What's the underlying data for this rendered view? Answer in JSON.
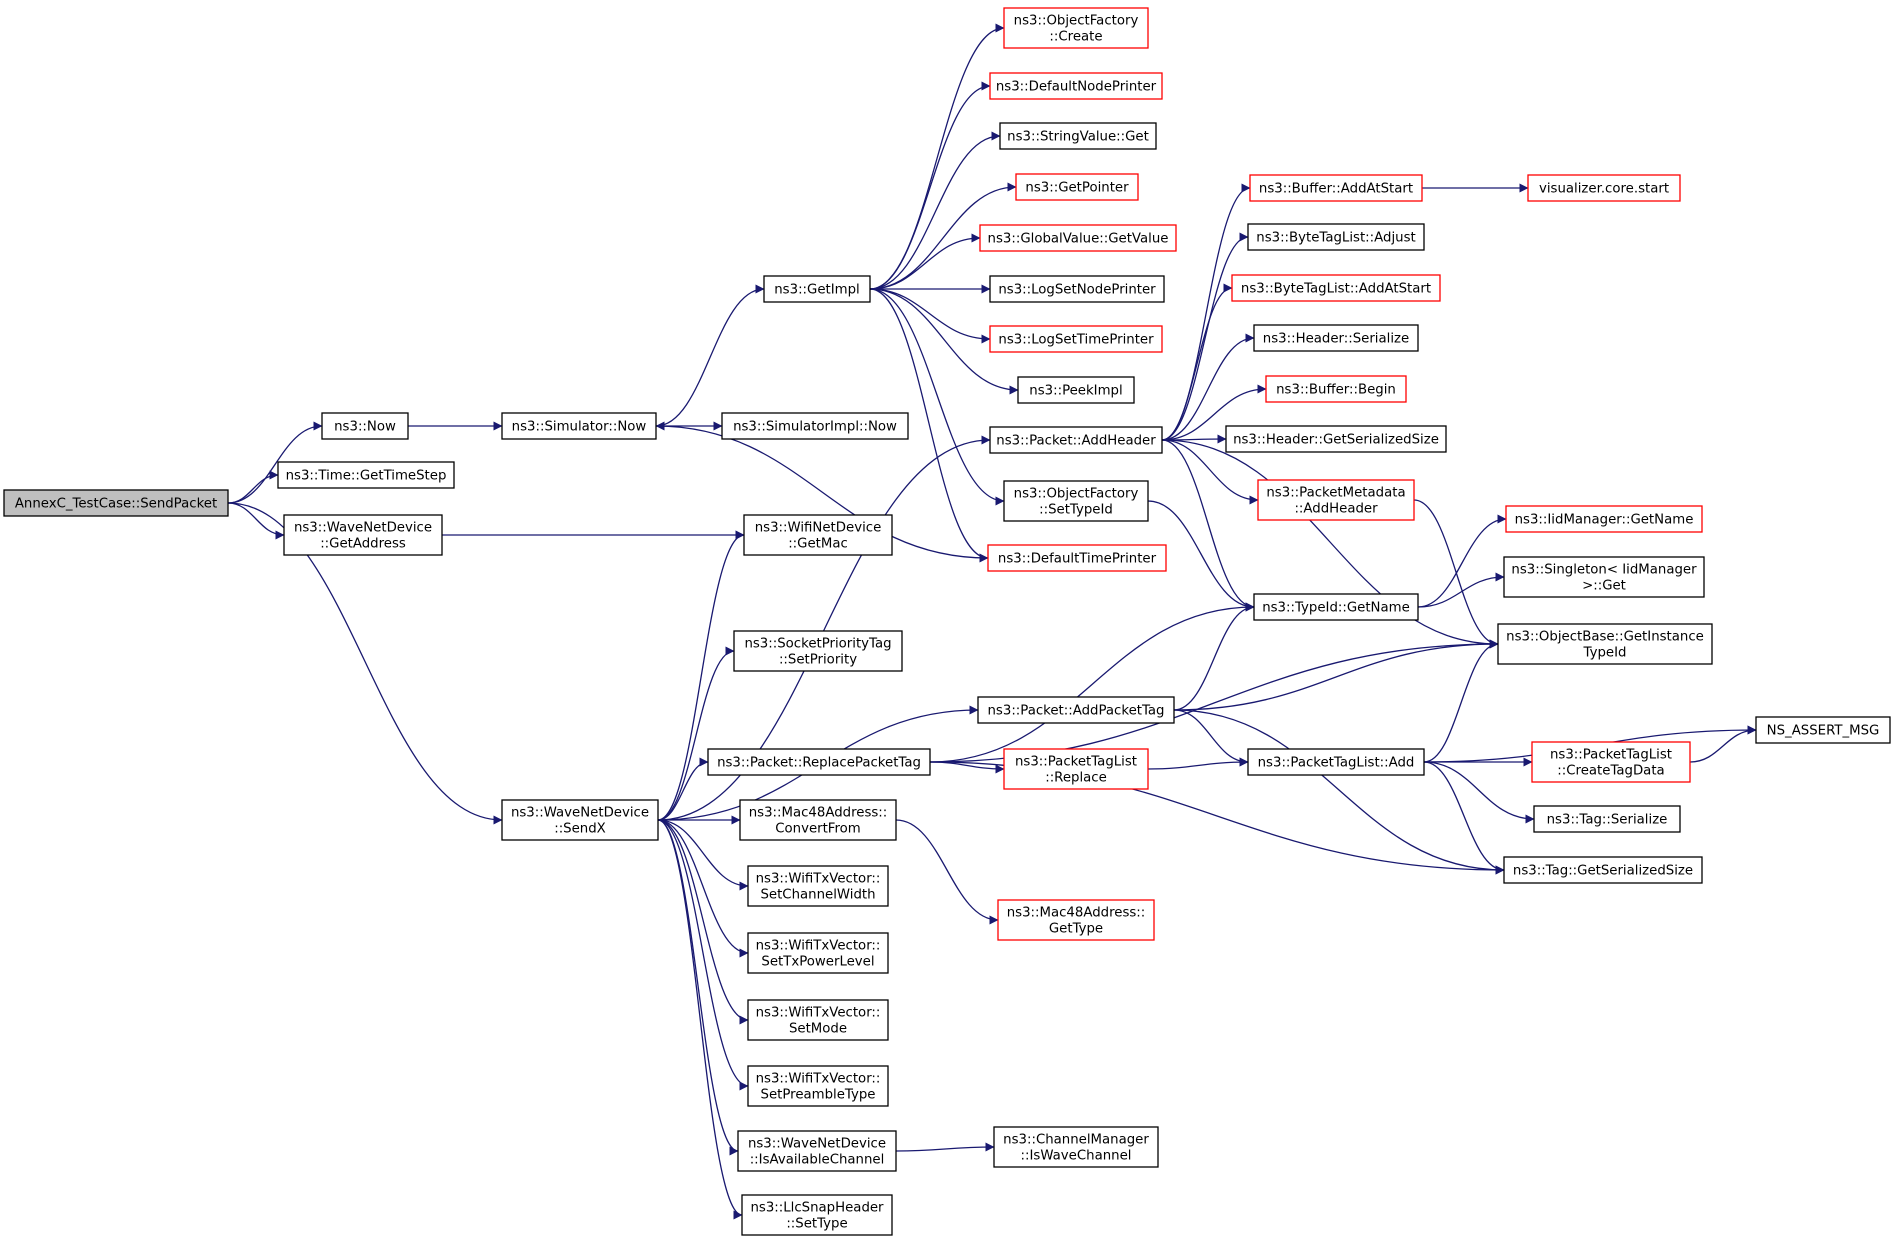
{
  "colors": {
    "edge": "#191970",
    "border": "#000000",
    "border_external": "#ff0000",
    "root_fill": "#bfbfbf"
  },
  "nodes": {
    "root": {
      "lines": [
        "AnnexC_TestCase::SendPacket"
      ],
      "style": "root"
    },
    "now": {
      "lines": [
        "ns3::Now"
      ],
      "style": "black"
    },
    "gettimestep": {
      "lines": [
        "ns3::Time::GetTimeStep"
      ],
      "style": "black"
    },
    "wnd_getaddress": {
      "lines": [
        "ns3::WaveNetDevice",
        "::GetAddress"
      ],
      "style": "black"
    },
    "wnd_sendx": {
      "lines": [
        "ns3::WaveNetDevice",
        "::SendX"
      ],
      "style": "black"
    },
    "sim_now": {
      "lines": [
        "ns3::Simulator::Now"
      ],
      "style": "black"
    },
    "getimpl": {
      "lines": [
        "ns3::GetImpl"
      ],
      "style": "black"
    },
    "simimpl_now": {
      "lines": [
        "ns3::SimulatorImpl::Now"
      ],
      "style": "black"
    },
    "wifi_getmac": {
      "lines": [
        "ns3::WifiNetDevice",
        "::GetMac"
      ],
      "style": "black"
    },
    "sockprio": {
      "lines": [
        "ns3::SocketPriorityTag",
        "::SetPriority"
      ],
      "style": "black"
    },
    "replacepackettag": {
      "lines": [
        "ns3::Packet::ReplacePacketTag"
      ],
      "style": "black"
    },
    "mac48_convert": {
      "lines": [
        "ns3::Mac48Address::",
        "ConvertFrom"
      ],
      "style": "black"
    },
    "tx_chwidth": {
      "lines": [
        "ns3::WifiTxVector::",
        "SetChannelWidth"
      ],
      "style": "black"
    },
    "tx_power": {
      "lines": [
        "ns3::WifiTxVector::",
        "SetTxPowerLevel"
      ],
      "style": "black"
    },
    "tx_mode": {
      "lines": [
        "ns3::WifiTxVector::",
        "SetMode"
      ],
      "style": "black"
    },
    "tx_preamble": {
      "lines": [
        "ns3::WifiTxVector::",
        "SetPreambleType"
      ],
      "style": "black"
    },
    "wnd_isavail": {
      "lines": [
        "ns3::WaveNetDevice",
        "::IsAvailableChannel"
      ],
      "style": "black"
    },
    "llc_settype": {
      "lines": [
        "ns3::LlcSnapHeader",
        "::SetType"
      ],
      "style": "black"
    },
    "of_create": {
      "lines": [
        "ns3::ObjectFactory",
        "::Create"
      ],
      "style": "red"
    },
    "defnodeprinter": {
      "lines": [
        "ns3::DefaultNodePrinter"
      ],
      "style": "red"
    },
    "stringvalue_get": {
      "lines": [
        "ns3::StringValue::Get"
      ],
      "style": "black"
    },
    "getpointer": {
      "lines": [
        "ns3::GetPointer"
      ],
      "style": "red"
    },
    "gv_getvalue": {
      "lines": [
        "ns3::GlobalValue::GetValue"
      ],
      "style": "red"
    },
    "logsetnodeprinter": {
      "lines": [
        "ns3::LogSetNodePrinter"
      ],
      "style": "black"
    },
    "logsettimeprinter": {
      "lines": [
        "ns3::LogSetTimePrinter"
      ],
      "style": "red"
    },
    "peekimpl": {
      "lines": [
        "ns3::PeekImpl"
      ],
      "style": "black"
    },
    "packet_addheader": {
      "lines": [
        "ns3::Packet::AddHeader"
      ],
      "style": "black"
    },
    "of_settypeid": {
      "lines": [
        "ns3::ObjectFactory",
        "::SetTypeId"
      ],
      "style": "black"
    },
    "deftimeprinter": {
      "lines": [
        "ns3::DefaultTimePrinter"
      ],
      "style": "red"
    },
    "packet_addpackettag": {
      "lines": [
        "ns3::Packet::AddPacketTag"
      ],
      "style": "black"
    },
    "ptl_replace": {
      "lines": [
        "ns3::PacketTagList",
        "::Replace"
      ],
      "style": "red"
    },
    "mac48_gettype": {
      "lines": [
        "ns3::Mac48Address::",
        "GetType"
      ],
      "style": "red"
    },
    "chmgr_iswave": {
      "lines": [
        "ns3::ChannelManager",
        "::IsWaveChannel"
      ],
      "style": "black"
    },
    "buffer_addatstart": {
      "lines": [
        "ns3::Buffer::AddAtStart"
      ],
      "style": "red"
    },
    "btl_adjust": {
      "lines": [
        "ns3::ByteTagList::Adjust"
      ],
      "style": "black"
    },
    "btl_addatstart": {
      "lines": [
        "ns3::ByteTagList::AddAtStart"
      ],
      "style": "red"
    },
    "header_serialize": {
      "lines": [
        "ns3::Header::Serialize"
      ],
      "style": "black"
    },
    "buffer_begin": {
      "lines": [
        "ns3::Buffer::Begin"
      ],
      "style": "red"
    },
    "header_getsersize": {
      "lines": [
        "ns3::Header::GetSerializedSize"
      ],
      "style": "black"
    },
    "pm_addheader": {
      "lines": [
        "ns3::PacketMetadata",
        "::AddHeader"
      ],
      "style": "red"
    },
    "typeid_getname": {
      "lines": [
        "ns3::TypeId::GetName"
      ],
      "style": "black"
    },
    "ptl_add": {
      "lines": [
        "ns3::PacketTagList::Add"
      ],
      "style": "black"
    },
    "viz_start": {
      "lines": [
        "visualizer.core.start"
      ],
      "style": "red"
    },
    "iid_getname": {
      "lines": [
        "ns3::IidManager::GetName"
      ],
      "style": "red"
    },
    "singleton_get": {
      "lines": [
        "ns3::Singleton< IidManager",
        ">::Get"
      ],
      "style": "black"
    },
    "ob_getinsttypeid": {
      "lines": [
        "ns3::ObjectBase::GetInstance",
        "TypeId"
      ],
      "style": "black"
    },
    "ptl_createtagdata": {
      "lines": [
        "ns3::PacketTagList",
        "::CreateTagData"
      ],
      "style": "red"
    },
    "tag_serialize": {
      "lines": [
        "ns3::Tag::Serialize"
      ],
      "style": "black"
    },
    "tag_getsersize": {
      "lines": [
        "ns3::Tag::GetSerializedSize"
      ],
      "style": "black"
    },
    "ns_assert_msg": {
      "lines": [
        "NS_ASSERT_MSG"
      ],
      "style": "black"
    }
  },
  "edges": [
    [
      "root",
      "now"
    ],
    [
      "root",
      "gettimestep"
    ],
    [
      "root",
      "wnd_getaddress"
    ],
    [
      "root",
      "wnd_sendx"
    ],
    [
      "now",
      "sim_now"
    ],
    [
      "sim_now",
      "getimpl"
    ],
    [
      "sim_now",
      "simimpl_now"
    ],
    [
      "getimpl",
      "of_create"
    ],
    [
      "getimpl",
      "defnodeprinter"
    ],
    [
      "getimpl",
      "stringvalue_get"
    ],
    [
      "getimpl",
      "getpointer"
    ],
    [
      "getimpl",
      "gv_getvalue"
    ],
    [
      "getimpl",
      "logsetnodeprinter"
    ],
    [
      "getimpl",
      "logsettimeprinter"
    ],
    [
      "getimpl",
      "peekimpl"
    ],
    [
      "getimpl",
      "of_settypeid"
    ],
    [
      "getimpl",
      "deftimeprinter"
    ],
    [
      "deftimeprinter",
      "sim_now"
    ],
    [
      "wnd_getaddress",
      "wifi_getmac"
    ],
    [
      "wnd_sendx",
      "wifi_getmac"
    ],
    [
      "wnd_sendx",
      "packet_addheader"
    ],
    [
      "wnd_sendx",
      "sockprio"
    ],
    [
      "wnd_sendx",
      "packet_addpackettag"
    ],
    [
      "wnd_sendx",
      "replacepackettag"
    ],
    [
      "wnd_sendx",
      "mac48_convert"
    ],
    [
      "wnd_sendx",
      "tx_chwidth"
    ],
    [
      "wnd_sendx",
      "tx_power"
    ],
    [
      "wnd_sendx",
      "tx_mode"
    ],
    [
      "wnd_sendx",
      "tx_preamble"
    ],
    [
      "wnd_sendx",
      "wnd_isavail"
    ],
    [
      "wnd_sendx",
      "llc_settype"
    ],
    [
      "packet_addheader",
      "buffer_addatstart"
    ],
    [
      "packet_addheader",
      "btl_adjust"
    ],
    [
      "packet_addheader",
      "btl_addatstart"
    ],
    [
      "packet_addheader",
      "header_serialize"
    ],
    [
      "packet_addheader",
      "buffer_begin"
    ],
    [
      "packet_addheader",
      "header_getsersize"
    ],
    [
      "packet_addheader",
      "pm_addheader"
    ],
    [
      "packet_addheader",
      "typeid_getname"
    ],
    [
      "packet_addheader",
      "ob_getinsttypeid"
    ],
    [
      "buffer_addatstart",
      "viz_start"
    ],
    [
      "of_settypeid",
      "typeid_getname"
    ],
    [
      "pm_addheader",
      "ob_getinsttypeid"
    ],
    [
      "typeid_getname",
      "iid_getname"
    ],
    [
      "typeid_getname",
      "singleton_get"
    ],
    [
      "replacepackettag",
      "typeid_getname"
    ],
    [
      "replacepackettag",
      "ob_getinsttypeid"
    ],
    [
      "replacepackettag",
      "ptl_replace"
    ],
    [
      "replacepackettag",
      "tag_getsersize"
    ],
    [
      "packet_addpackettag",
      "typeid_getname"
    ],
    [
      "packet_addpackettag",
      "ob_getinsttypeid"
    ],
    [
      "packet_addpackettag",
      "ptl_add"
    ],
    [
      "packet_addpackettag",
      "tag_getsersize"
    ],
    [
      "ptl_replace",
      "ptl_add"
    ],
    [
      "ptl_add",
      "ob_getinsttypeid"
    ],
    [
      "ptl_add",
      "ns_assert_msg"
    ],
    [
      "ptl_add",
      "ptl_createtagdata"
    ],
    [
      "ptl_add",
      "tag_serialize"
    ],
    [
      "ptl_add",
      "tag_getsersize"
    ],
    [
      "ptl_createtagdata",
      "ns_assert_msg"
    ],
    [
      "mac48_convert",
      "mac48_gettype"
    ],
    [
      "wnd_isavail",
      "chmgr_iswave"
    ]
  ]
}
